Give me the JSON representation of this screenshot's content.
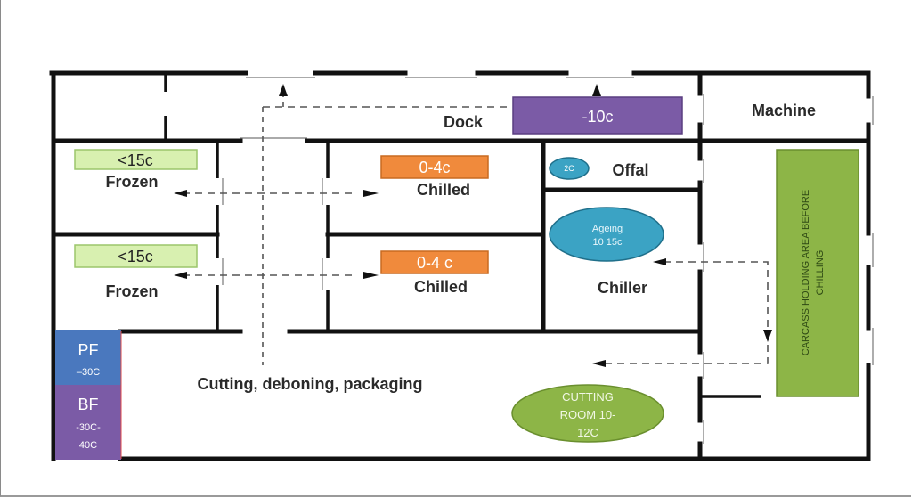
{
  "diagram": {
    "title": "Meat processing facility floor plan",
    "rooms": {
      "dock": "Dock",
      "machine": "Machine",
      "frozen_top": "Frozen",
      "frozen_bottom": "Frozen",
      "chilled_top": "Chilled",
      "chilled_bottom": "Chilled",
      "offal": "Offal",
      "chiller": "Chiller",
      "cutting_area": "Cutting, deboning, packaging"
    },
    "temperature_tags": {
      "dock": {
        "text": "-10c",
        "color": "#7B5BA6"
      },
      "frozen_top": {
        "text": "<15c",
        "color": "#D8F0B0"
      },
      "frozen_bottom": {
        "text": "<15c",
        "color": "#D8F0B0"
      },
      "chilled_top": {
        "text": "0-4c",
        "color": "#F08A3C"
      },
      "chilled_bottom": {
        "text": "0-4 c",
        "color": "#F08A3C"
      },
      "offal": {
        "text": "2C",
        "color": "#3BA3C4"
      },
      "ageing": {
        "line1": "Ageing",
        "line2": "10 15c",
        "color": "#3BA3C4"
      },
      "cutting_room": {
        "line1": "CUTTING",
        "line2": "ROOM 10-",
        "line3": "12C",
        "color": "#8DB547"
      },
      "pf": {
        "title": "PF",
        "temp": "–30C",
        "color": "#4A78BE"
      },
      "bf": {
        "title": "BF",
        "temp_line1": "-30C-",
        "temp_line2": "40C",
        "color": "#7B5BA6"
      },
      "carcass": {
        "line1": "CARCASS HOLDING AREA BEFORE",
        "line2": "CHILLING",
        "color": "#8DB547"
      }
    }
  }
}
